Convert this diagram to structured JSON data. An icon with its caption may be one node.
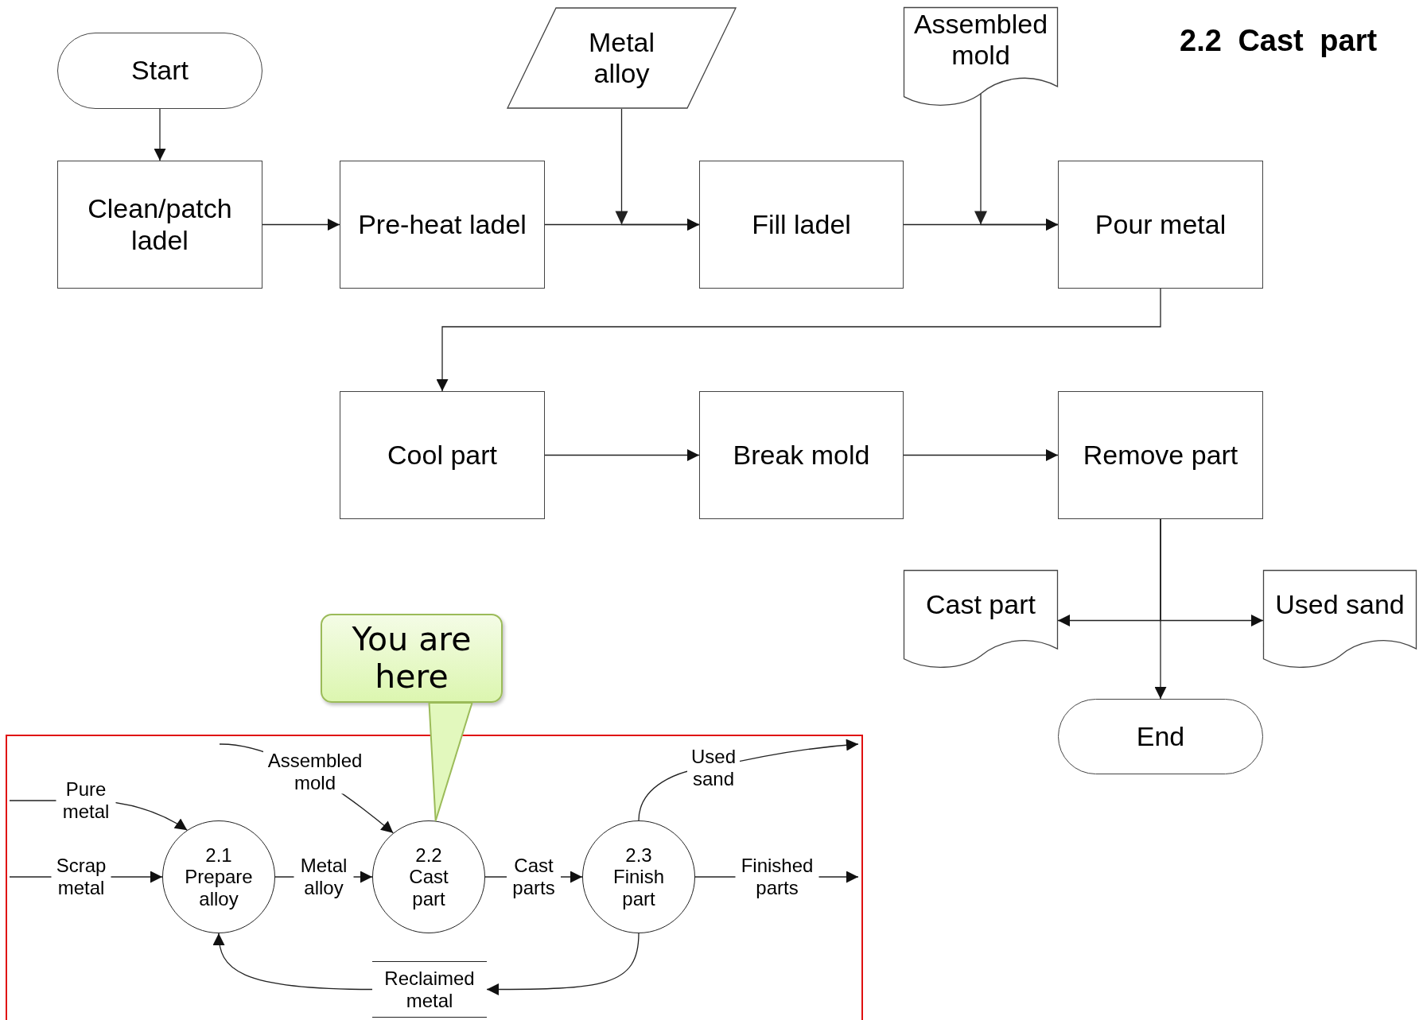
{
  "diagram": {
    "title": "2.2 Cast part",
    "nodes": [
      {
        "text": [
          "Start"
        ]
      },
      {
        "text": [
          "Metal alloy"
        ]
      },
      {
        "text": [
          "Assembled mold"
        ]
      },
      {
        "text": [
          "Clean/patch ladel"
        ]
      },
      {
        "text": [
          "Pre-heat ladel"
        ]
      },
      {
        "text": [
          "Fill ladel"
        ]
      },
      {
        "text": [
          "Pour metal"
        ]
      },
      {
        "text": [
          "Cool part"
        ]
      },
      {
        "text": [
          "Break mold"
        ]
      },
      {
        "text": [
          "Remove part"
        ]
      },
      {
        "text": [
          "Cast part"
        ]
      },
      {
        "text": [
          "Used sand"
        ]
      },
      {
        "text": [
          "End"
        ]
      },
      {
        "text": [
          "You are here"
        ]
      },
      {
        "text": [
          "2.1",
          "Prepare alloy"
        ]
      },
      {
        "text": [
          "2.2",
          "Cast part"
        ]
      },
      {
        "text": [
          "2.3",
          "Finish part"
        ]
      },
      {
        "text": [
          "Reclaimed metal"
        ]
      }
    ],
    "edges": [
      {
        "from": 0,
        "to": 3,
        "arrow": "to"
      },
      {
        "from": 3,
        "to": 4,
        "arrow": "to"
      },
      {
        "from": 4,
        "to": 5,
        "arrow": "to"
      },
      {
        "from": 1,
        "to": 5,
        "arrow": "to"
      },
      {
        "from": 5,
        "to": 6,
        "arrow": "to"
      },
      {
        "from": 2,
        "to": 6,
        "arrow": "to"
      },
      {
        "from": 6,
        "to": 7,
        "arrow": "to"
      },
      {
        "from": 7,
        "to": 8,
        "arrow": "to"
      },
      {
        "from": 8,
        "to": 9,
        "arrow": "to"
      },
      {
        "from": 9,
        "to": 10,
        "arrow": "to"
      },
      {
        "from": 9,
        "to": 11,
        "arrow": "to"
      },
      {
        "from": 9,
        "to": 12,
        "arrow": "to"
      },
      {
        "from": 13,
        "to": 15,
        "arrow": "none",
        "color": "#9bbb59"
      },
      {
        "from": null,
        "to": 14,
        "arrow": "to",
        "label": "Pure metal"
      },
      {
        "from": null,
        "to": 14,
        "arrow": "to",
        "label": "Scrap metal"
      },
      {
        "from": 14,
        "to": 15,
        "arrow": "to",
        "label": "Metal alloy"
      },
      {
        "from": null,
        "to": 15,
        "arrow": "to",
        "label": "Assembled mold"
      },
      {
        "from": 15,
        "to": 16,
        "arrow": "to",
        "label": "Cast parts"
      },
      {
        "from": 16,
        "to": null,
        "arrow": "to",
        "label": "Used sand"
      },
      {
        "from": 16,
        "to": null,
        "arrow": "to",
        "label": "Finished parts"
      },
      {
        "from": 16,
        "to": 17,
        "arrow": "to"
      },
      {
        "from": 17,
        "to": 14,
        "arrow": "to"
      }
    ]
  }
}
